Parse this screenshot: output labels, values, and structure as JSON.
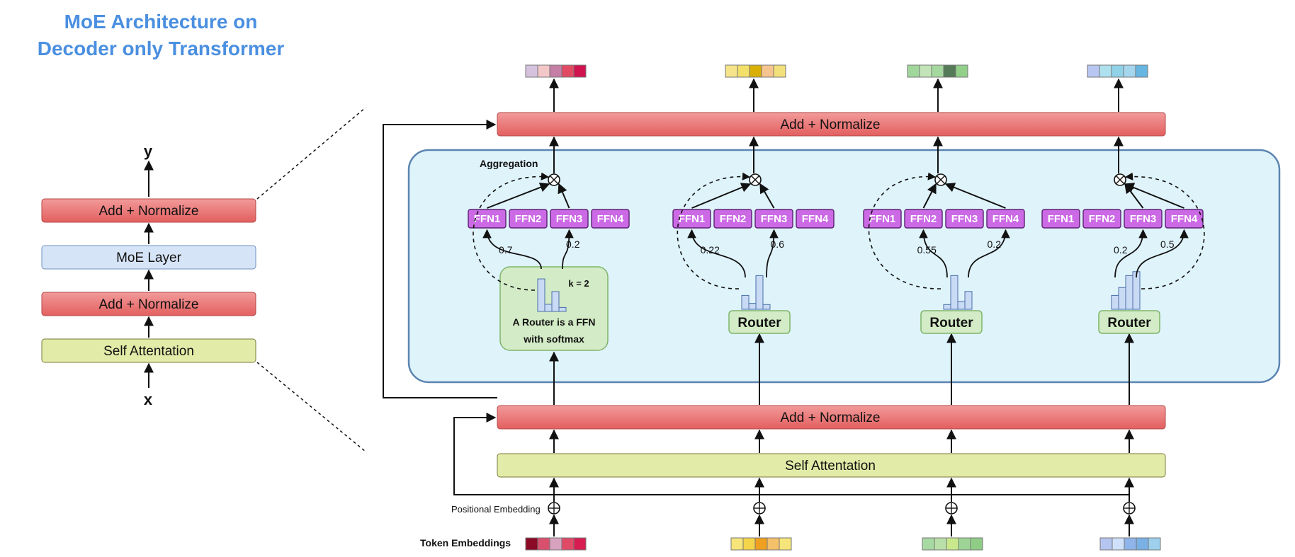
{
  "title": {
    "line1": "MoE Architecture on",
    "line2": "Decoder only Transformer"
  },
  "left_stack": {
    "top_label": "y",
    "bottom_label": "x",
    "blocks": [
      {
        "label": "Add + Normalize",
        "fill": "#f08585"
      },
      {
        "label": "MoE Layer",
        "fill": "#d6e4f7"
      },
      {
        "label": "Add + Normalize",
        "fill": "#f08585"
      },
      {
        "label": "Self Attentation",
        "fill": "#e2eca8"
      }
    ]
  },
  "main": {
    "top_norm_label": "Add + Normalize",
    "bottom_norm_label": "Add + Normalize",
    "self_attention_label": "Self Attentation",
    "aggregation_label": "Aggregation",
    "positional_embedding_label": "Positional Embedding",
    "token_embeddings_label": "Token Embeddings",
    "router_label": "Router",
    "router_note_k": "k = 2",
    "router_note_line1": "A Router is a FFN",
    "router_note_line2": "with softmax",
    "ffn_labels": [
      "FFN1",
      "FFN2",
      "FFN3",
      "FFN4"
    ]
  },
  "columns": [
    {
      "token_colors": [
        "#8b0a25",
        "#d94f6e",
        "#d7a2bd",
        "#e04a67",
        "#d81b50"
      ],
      "output_colors": [
        "#d6c2df",
        "#f3c7c7",
        "#c57ea5",
        "#e24a63",
        "#d0134f"
      ],
      "selected": [
        {
          "ffn": "FFN1",
          "weight": "0.7"
        },
        {
          "ffn": "FFN3",
          "weight": "0.2"
        }
      ],
      "bars": [
        0.82,
        0.18,
        0.5,
        0.1
      ]
    },
    {
      "token_colors": [
        "#f6e57a",
        "#f4d44a",
        "#f0a020",
        "#f5c06a",
        "#f6e57a"
      ],
      "output_colors": [
        "#f5e48a",
        "#f3e06a",
        "#d9b106",
        "#f6c58f",
        "#f2e07a"
      ],
      "selected": [
        {
          "ffn": "FFN1",
          "weight": "0.22"
        },
        {
          "ffn": "FFN3",
          "weight": "0.6"
        }
      ],
      "bars": [
        0.35,
        0.15,
        0.85,
        0.12
      ]
    },
    {
      "token_colors": [
        "#a7d9a2",
        "#b9e0a9",
        "#c9e88c",
        "#9ed596",
        "#8fcd87"
      ],
      "output_colors": [
        "#a2d79b",
        "#c2e4b8",
        "#a5d89e",
        "#557a57",
        "#92d08a"
      ],
      "selected": [
        {
          "ffn": "FFN2",
          "weight": "0.55"
        },
        {
          "ffn": "FFN4",
          "weight": "0.2"
        }
      ],
      "bars": [
        0.12,
        0.85,
        0.2,
        0.45
      ]
    },
    {
      "token_colors": [
        "#b4c6f0",
        "#cfe1fa",
        "#8fb4ea",
        "#7ab0e4",
        "#9ed0ee"
      ],
      "output_colors": [
        "#b8c6f2",
        "#aee0ee",
        "#90d2e8",
        "#a6d5ee",
        "#67b6e2"
      ],
      "selected": [
        {
          "ffn": "FFN3",
          "weight": "0.2"
        },
        {
          "ffn": "FFN4",
          "weight": "0.5"
        }
      ],
      "bars": [
        0.35,
        0.55,
        0.85,
        0.95
      ]
    }
  ],
  "colors": {
    "norm_fill": "#f08585",
    "self_attention_fill": "#e2eca8",
    "moe_panel_fill": "#dff3fb",
    "moe_panel_stroke": "#5b84b1",
    "ffn_fill": "#cc6ae6",
    "router_fill": "#d3ebc6",
    "histogram_fill": "#c9daf5",
    "title_color": "#4a8fe0"
  }
}
